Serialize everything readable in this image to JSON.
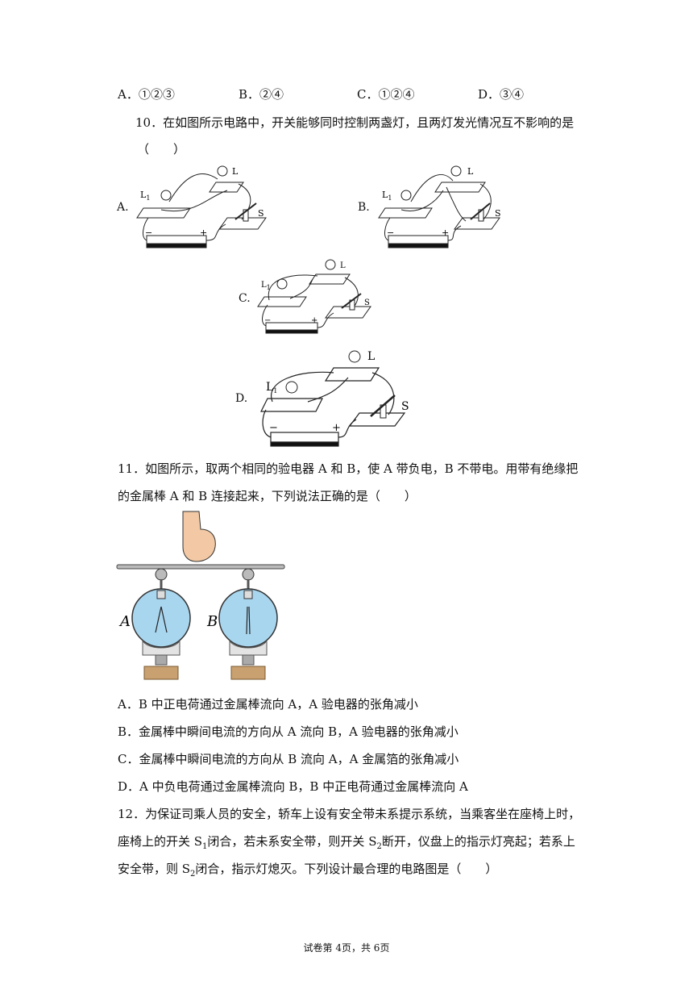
{
  "q9": {
    "options": [
      {
        "letter": "A．",
        "text": "①②③"
      },
      {
        "letter": "B．",
        "text": "②④"
      },
      {
        "letter": "C．",
        "text": "①②④"
      },
      {
        "letter": "D．",
        "text": "③④"
      }
    ]
  },
  "q10": {
    "stem": "10．在如图所示电路中，开关能够同时控制两盏灯，且两灯发光情况互不影响的是",
    "paren": "（　　）",
    "option_labels": [
      "A.",
      "B.",
      "C.",
      "D."
    ],
    "circuit_labels": {
      "lamp1": "L",
      "lamp1_sub": "1",
      "lamp2": "L",
      "switch": "S",
      "minus": "−",
      "plus": "+"
    }
  },
  "q11": {
    "stem_line1": "11．如图所示，取两个相同的验电器 A 和 B，使 A 带负电，B 不带电。用带有绝缘把",
    "stem_line2": "的金属棒 A 和 B 连接起来，下列说法正确的是（　　）",
    "figure_labels": {
      "a": "A",
      "b": "B"
    },
    "options": [
      "A．B 中正电荷通过金属棒流向 A，A 验电器的张角减小",
      "B．金属棒中瞬间电流的方向从 A 流向 B，A 验电器的张角减小",
      "C．金属棒中瞬间电流的方向从 B 流向 A，A 金属箔的张角减小",
      "D．A 中负电荷通过金属棒流向 B，B 中正电荷通过金属棒流向 A"
    ]
  },
  "q12": {
    "line1": "12．为保证司乘人员的安全，轿车上设有安全带未系提示系统，当乘客坐在座椅上时，",
    "line2_a": "座椅上的开关 S",
    "line2_sub1": "1",
    "line2_b": "闭合，若未系安全带，则开关 S",
    "line2_sub2": "2",
    "line2_c": "断开，仪盘上的指示灯亮起；若系上",
    "line3_a": "安全带，则 S",
    "line3_sub": "2",
    "line3_b": "闭合，指示灯熄灭。下列设计最合理的电路图是（　　）"
  },
  "footer": "试卷第 4页，共 6页"
}
